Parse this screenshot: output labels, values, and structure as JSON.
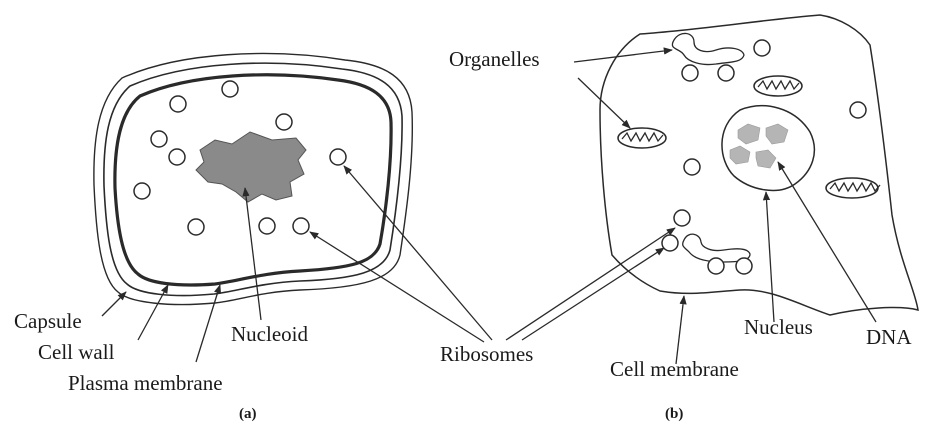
{
  "panel_a": {
    "caption": "(a)",
    "labels": {
      "capsule": "Capsule",
      "cell_wall": "Cell wall",
      "plasma_membrane": "Plasma membrane",
      "nucleoid": "Nucleoid"
    }
  },
  "panel_b": {
    "caption": "(b)",
    "labels": {
      "organelles": "Organelles",
      "cell_membrane": "Cell membrane",
      "nucleus": "Nucleus",
      "dna": "DNA"
    }
  },
  "shared": {
    "ribosomes": "Ribosomes"
  },
  "colors": {
    "ink": "#2a2a2a",
    "nucleoid_fill": "#8a8a8a",
    "dna_fill": "#b5b5b5"
  }
}
